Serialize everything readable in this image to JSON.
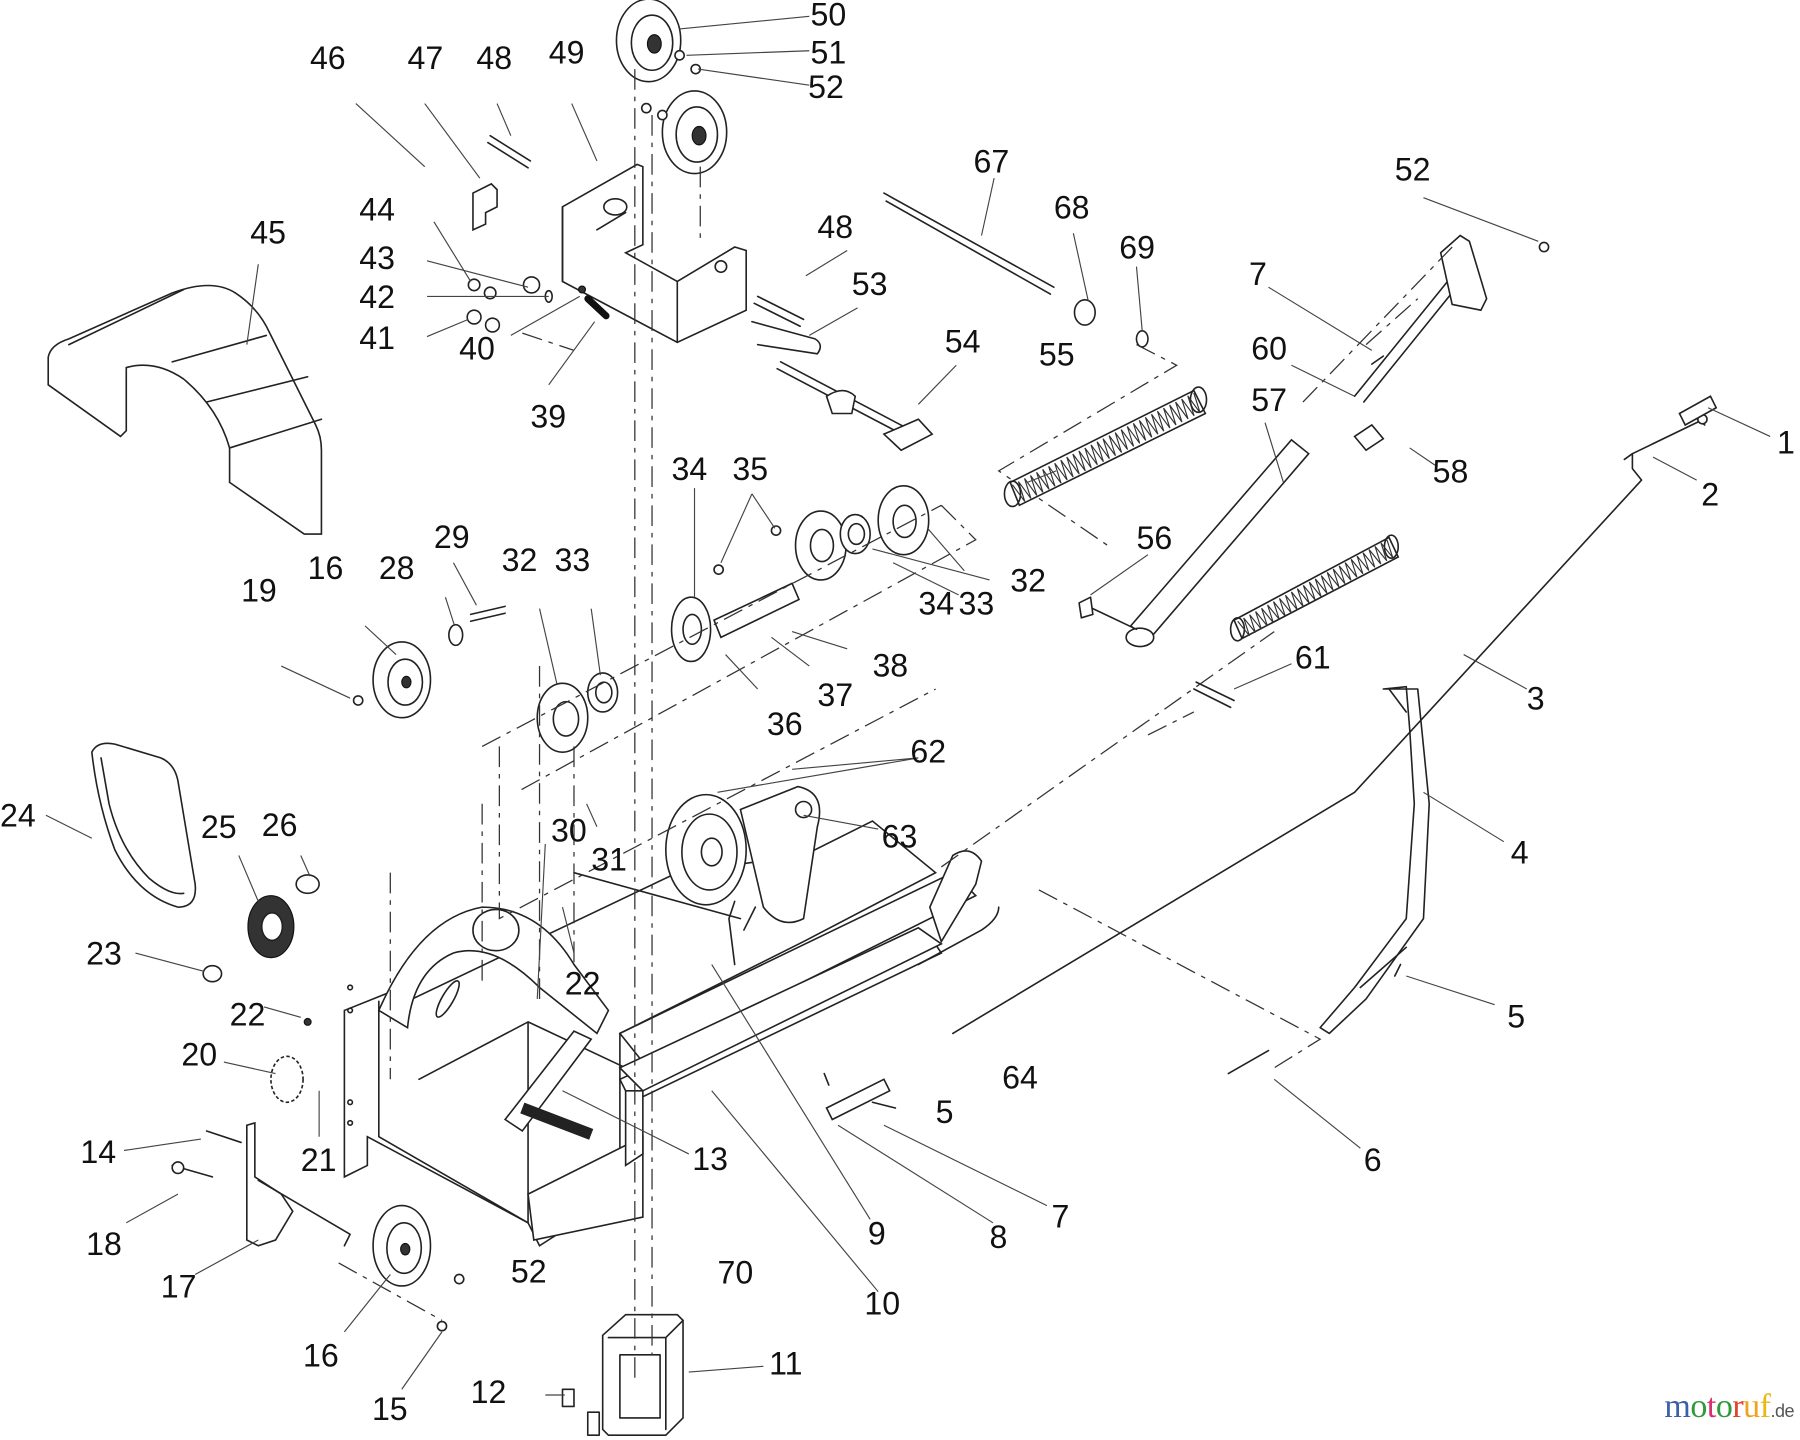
{
  "diagram": {
    "type": "exploded-parts-diagram",
    "callouts": {
      "c1": "1",
      "c2": "2",
      "c3": "3",
      "c4": "4",
      "c5a": "5",
      "c5b": "5",
      "c6": "6",
      "c7a": "7",
      "c7b": "7",
      "c8": "8",
      "c9": "9",
      "c10": "10",
      "c11": "11",
      "c12": "12",
      "c13": "13",
      "c14": "14",
      "c15": "15",
      "c16a": "16",
      "c16b": "16",
      "c17": "17",
      "c18": "18",
      "c19": "19",
      "c20": "20",
      "c21": "21",
      "c22a": "22",
      "c22b": "22",
      "c23": "23",
      "c24": "24",
      "c25": "25",
      "c26": "26",
      "c28": "28",
      "c29": "29",
      "c30": "30",
      "c31": "31",
      "c32a": "32",
      "c32b": "32",
      "c33a": "33",
      "c33b": "33",
      "c34a": "34",
      "c34b": "34",
      "c35": "35",
      "c36": "36",
      "c37": "37",
      "c38": "38",
      "c39": "39",
      "c40": "40",
      "c41": "41",
      "c42": "42",
      "c43": "43",
      "c44": "44",
      "c45": "45",
      "c46": "46",
      "c47": "47",
      "c48a": "48",
      "c48b": "48",
      "c49": "49",
      "c50": "50",
      "c51": "51",
      "c52a": "52",
      "c52b": "52",
      "c52c": "52",
      "c53": "53",
      "c54": "54",
      "c55": "55",
      "c56": "56",
      "c57": "57",
      "c58": "58",
      "c60": "60",
      "c61": "61",
      "c62": "62",
      "c63": "63",
      "c64": "64",
      "c67": "67",
      "c68": "68",
      "c69": "69",
      "c70": "70"
    }
  },
  "watermark": {
    "letters": [
      "m",
      "o",
      "t",
      "o",
      "r",
      "u",
      "f"
    ],
    "colors": [
      "#3b5fa8",
      "#2e9a3c",
      "#d9306e",
      "#2e9a3c",
      "#e0452b",
      "#f0a21a",
      "#e8b814"
    ],
    "tld": ".de"
  }
}
